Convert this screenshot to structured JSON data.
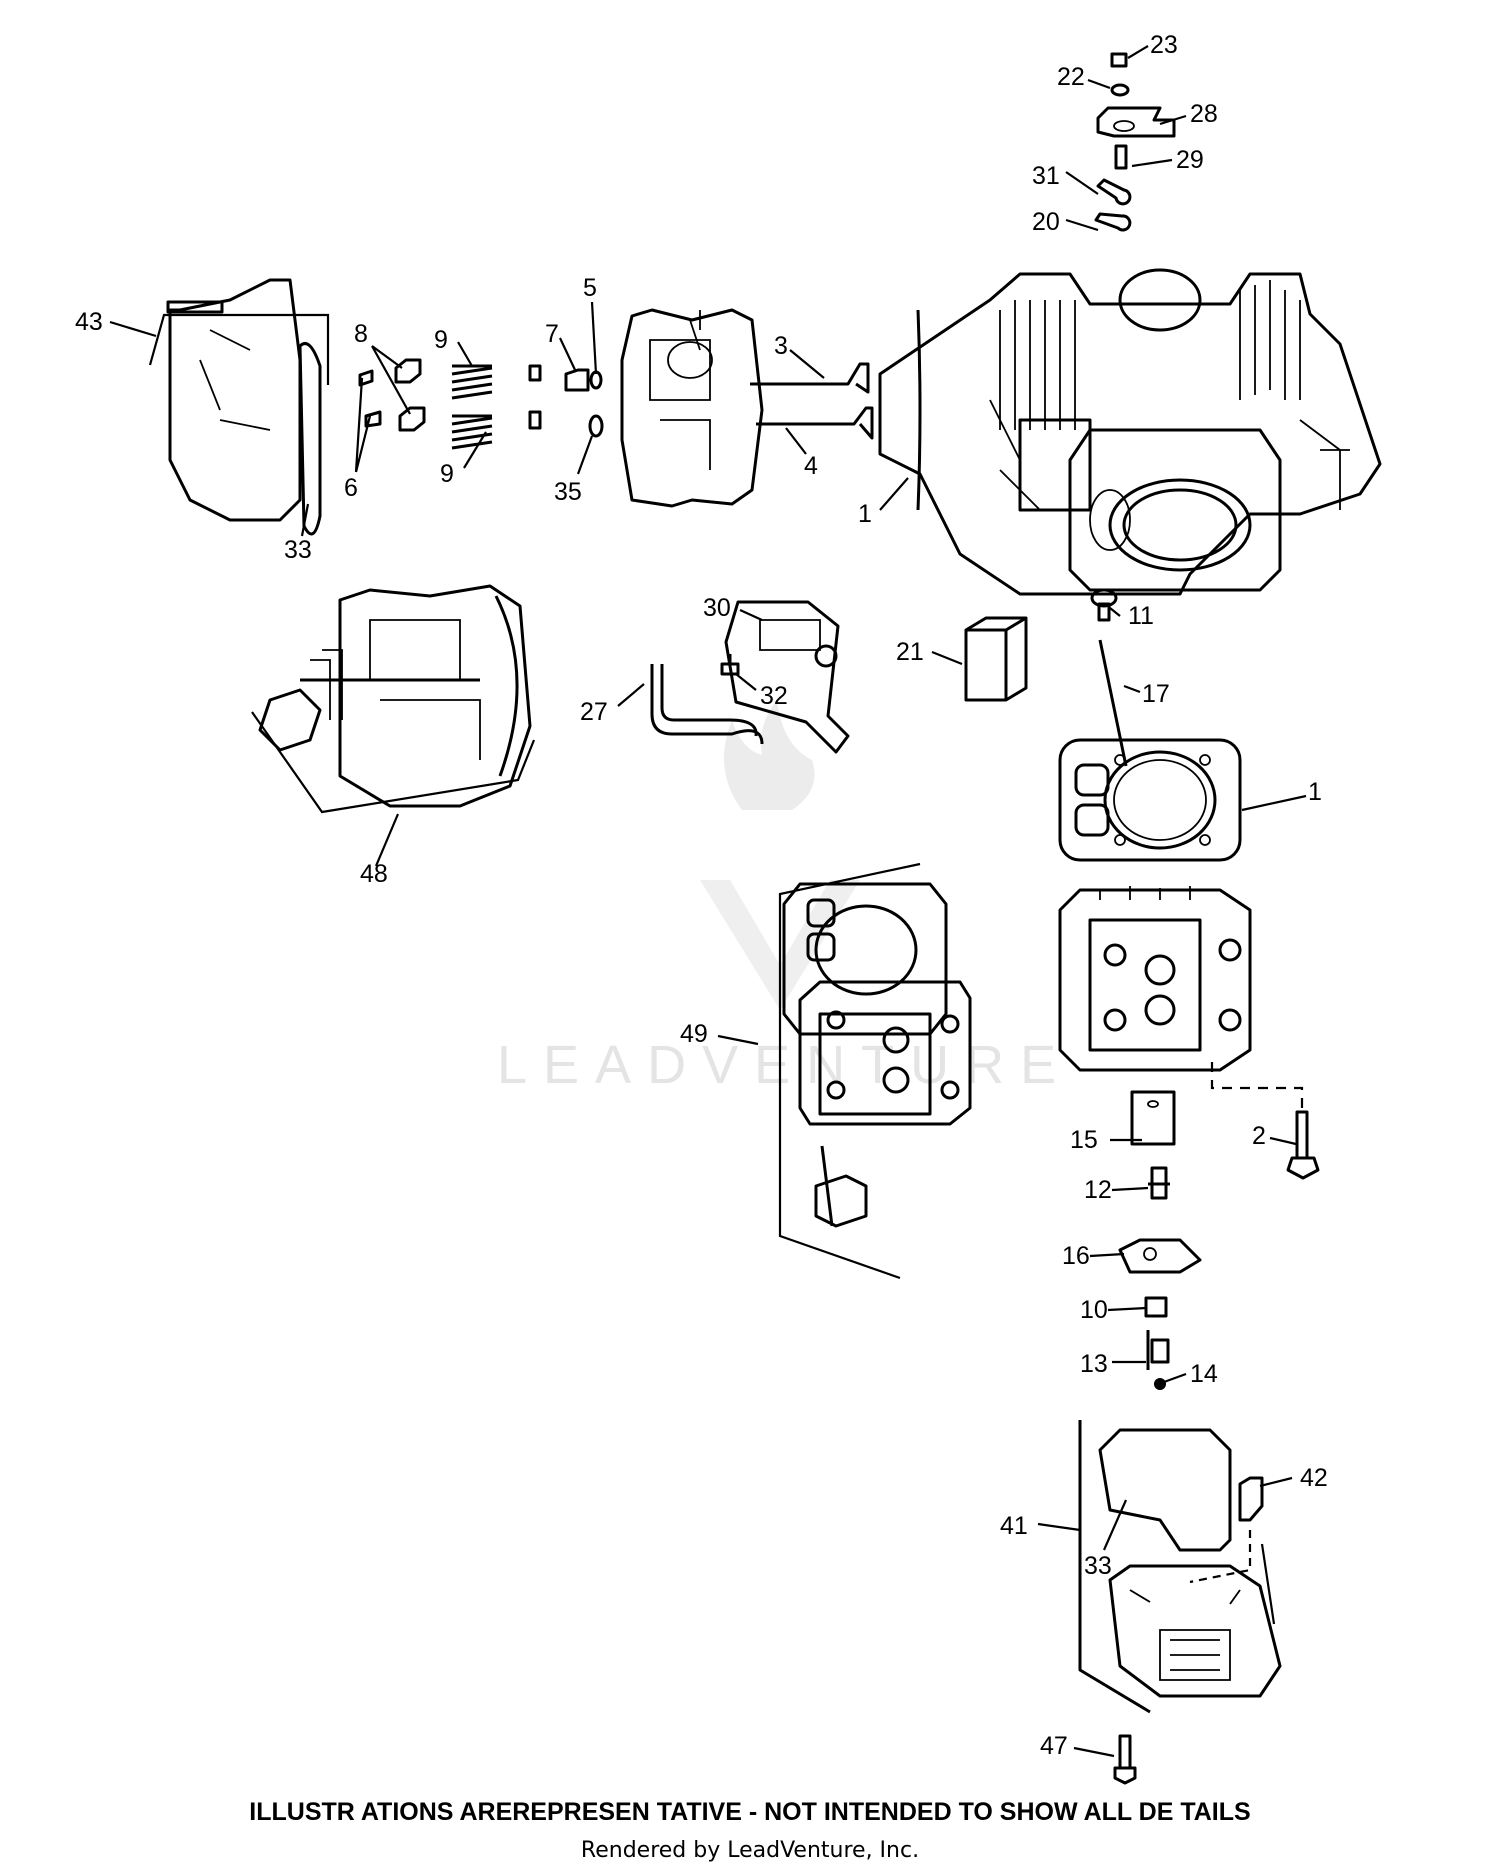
{
  "callouts": [
    {
      "id": "p23",
      "label": "23"
    },
    {
      "id": "p22",
      "label": "22"
    },
    {
      "id": "p28",
      "label": "28"
    },
    {
      "id": "p29",
      "label": "29"
    },
    {
      "id": "p31",
      "label": "31"
    },
    {
      "id": "p20",
      "label": "20"
    },
    {
      "id": "p43",
      "label": "43"
    },
    {
      "id": "p8",
      "label": "8"
    },
    {
      "id": "p9a",
      "label": "9"
    },
    {
      "id": "p7",
      "label": "7"
    },
    {
      "id": "p5",
      "label": "5"
    },
    {
      "id": "p3",
      "label": "3"
    },
    {
      "id": "p6",
      "label": "6"
    },
    {
      "id": "p9b",
      "label": "9"
    },
    {
      "id": "p35",
      "label": "35"
    },
    {
      "id": "p4",
      "label": "4"
    },
    {
      "id": "p1a",
      "label": "1"
    },
    {
      "id": "p33a",
      "label": "33"
    },
    {
      "id": "p30",
      "label": "30"
    },
    {
      "id": "p21",
      "label": "21"
    },
    {
      "id": "p11",
      "label": "11"
    },
    {
      "id": "p27",
      "label": "27"
    },
    {
      "id": "p32",
      "label": "32"
    },
    {
      "id": "p17",
      "label": "17"
    },
    {
      "id": "p1b",
      "label": "1"
    },
    {
      "id": "p48",
      "label": "48"
    },
    {
      "id": "p49",
      "label": "49"
    },
    {
      "id": "p15",
      "label": "15"
    },
    {
      "id": "p2",
      "label": "2"
    },
    {
      "id": "p12",
      "label": "12"
    },
    {
      "id": "p16",
      "label": "16"
    },
    {
      "id": "p10",
      "label": "10"
    },
    {
      "id": "p13",
      "label": "13"
    },
    {
      "id": "p14",
      "label": "14"
    },
    {
      "id": "p42",
      "label": "42"
    },
    {
      "id": "p41",
      "label": "41"
    },
    {
      "id": "p33b",
      "label": "33"
    },
    {
      "id": "p47",
      "label": "47"
    }
  ],
  "disclaimer": "ILLUSTR ATIONS  AREREPRESEN    TATIVE - NOT INTENDED     TO SHOW  ALL DE TAILS",
  "credit": "Rendered by LeadVenture, Inc.",
  "watermark": "LEADVENTURE",
  "colors": {
    "ink": "#000000",
    "watermark": "#e4e4e4",
    "background": "#ffffff"
  }
}
